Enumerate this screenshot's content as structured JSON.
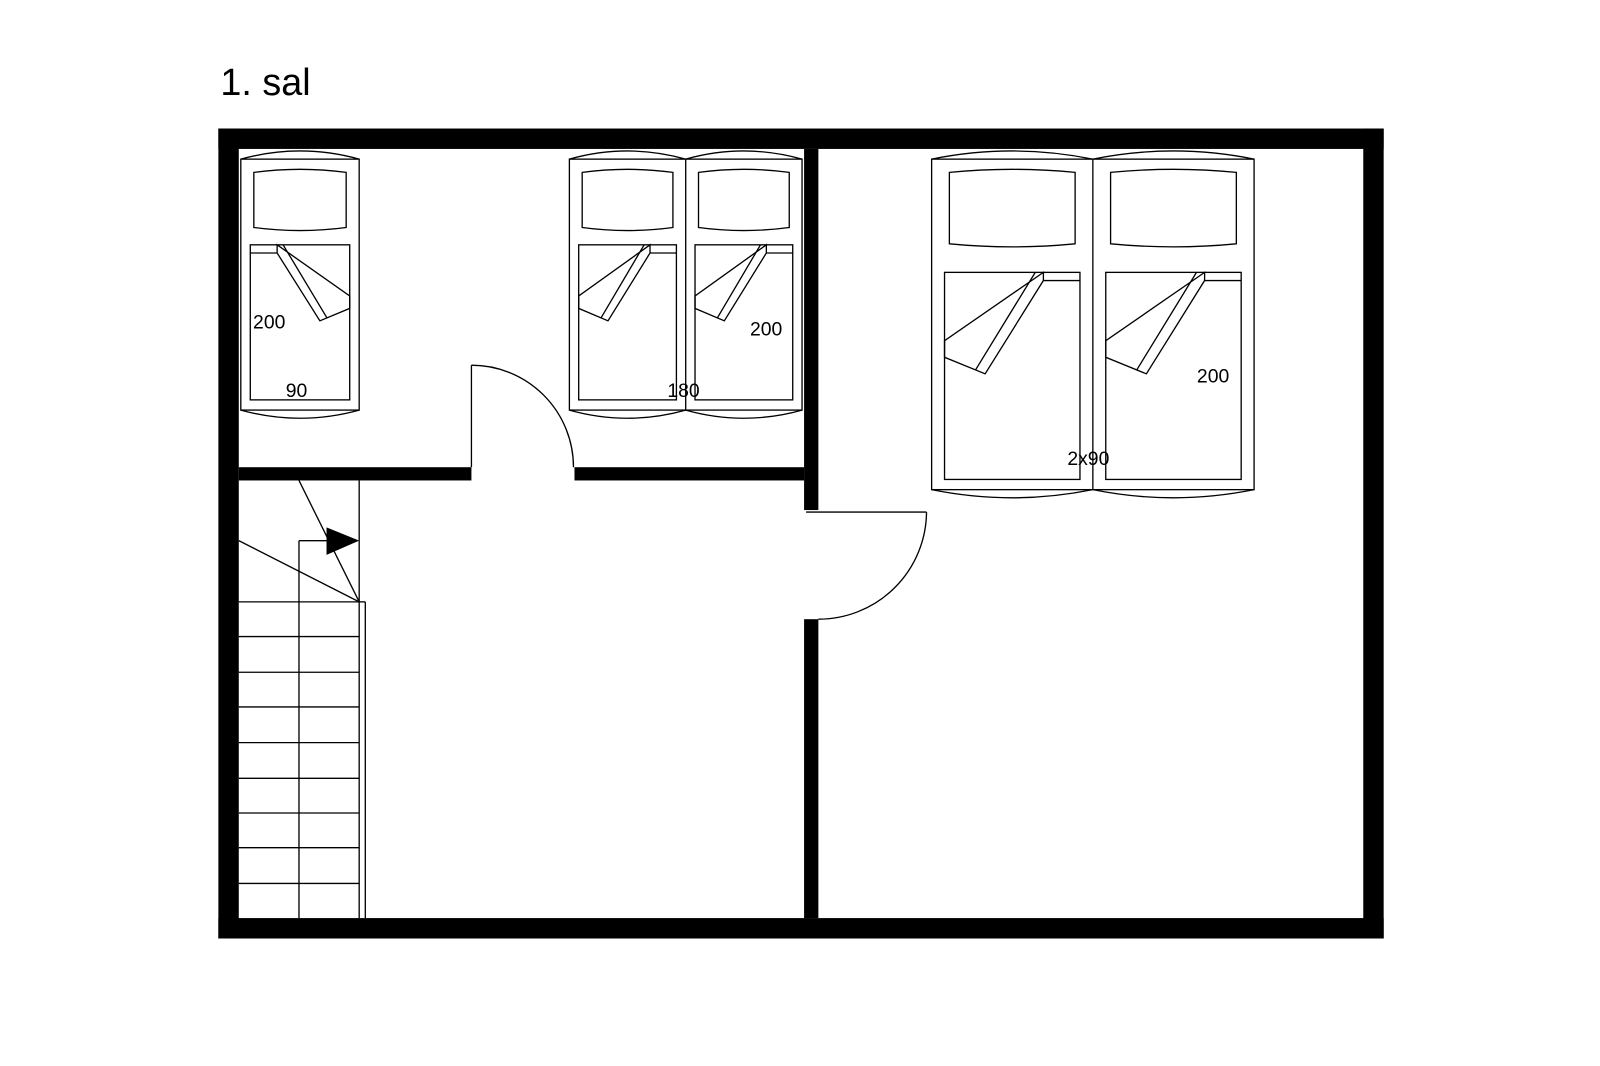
{
  "title": "1. sal",
  "rooms": {
    "bedroom_1": {
      "bed_length": "200",
      "bed_width": "90"
    },
    "bedroom_2": {
      "bed_length": "200",
      "bed_width": "180"
    },
    "bedroom_3": {
      "bed_length": "200",
      "bed_width": "2x90"
    }
  }
}
